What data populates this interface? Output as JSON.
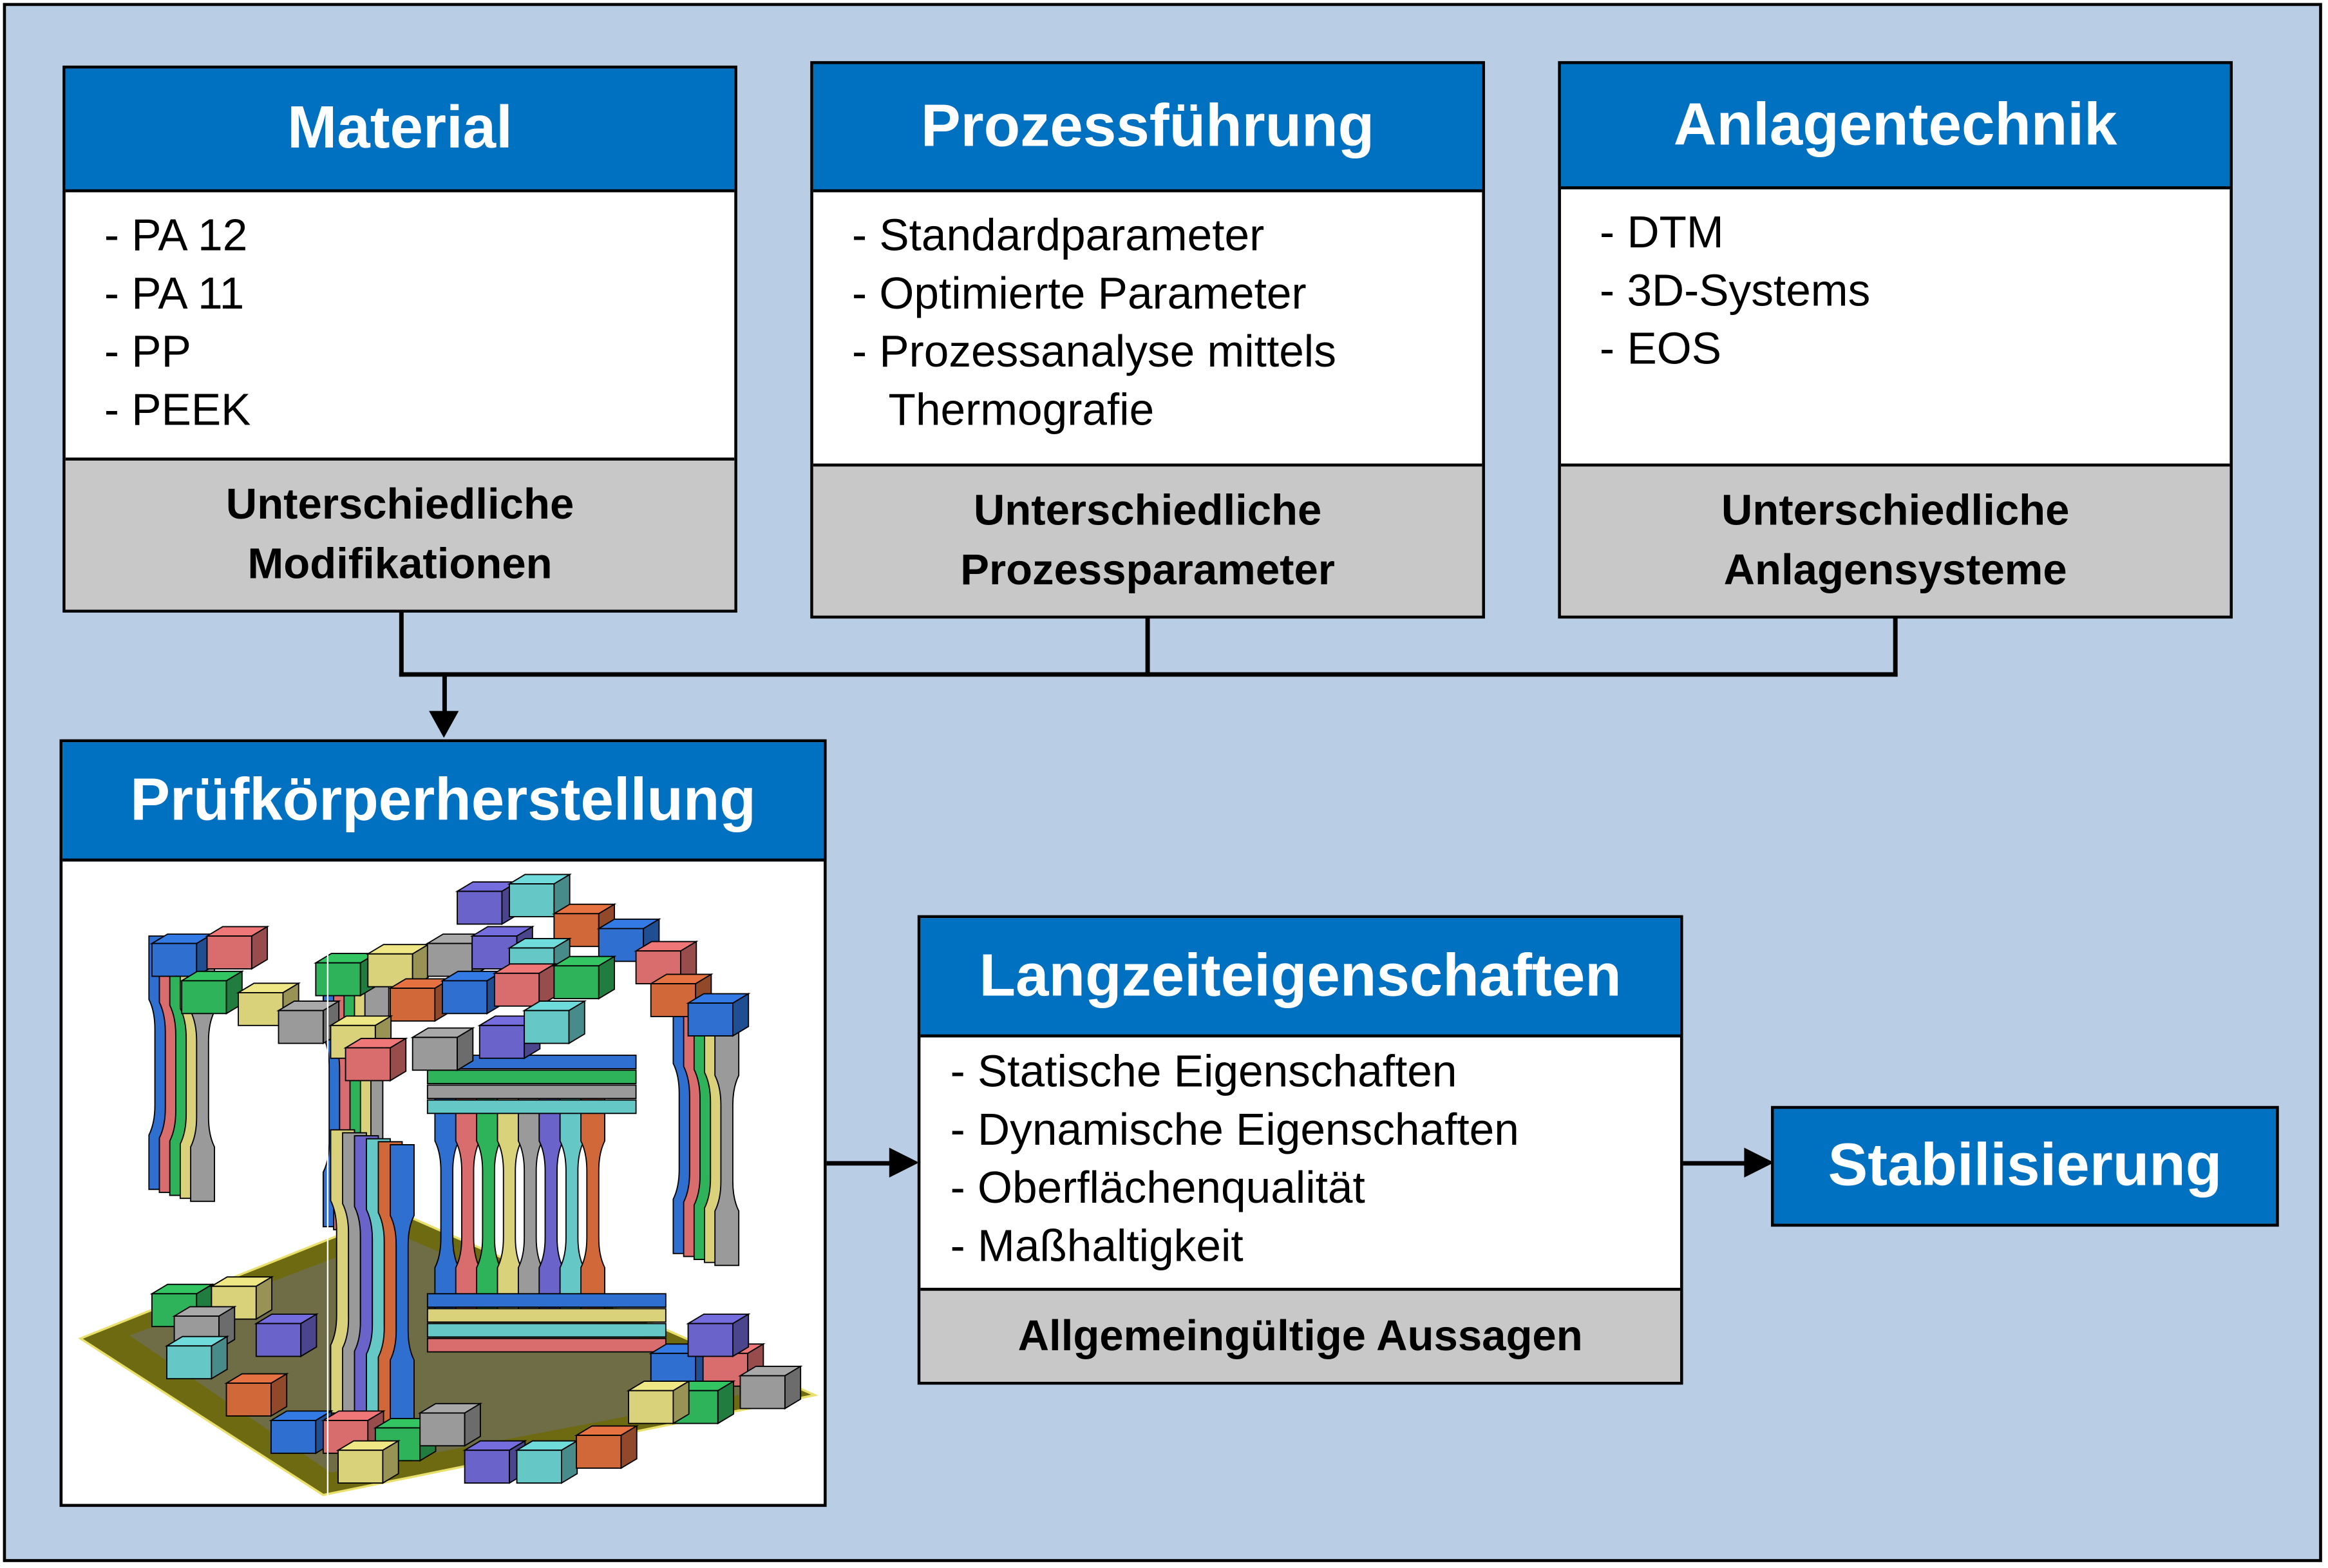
{
  "material": {
    "title": "Material",
    "items": [
      "- PA 12",
      "- PA 11",
      "- PP",
      "- PEEK"
    ],
    "footer": [
      "Unterschiedliche",
      "Modifikationen"
    ]
  },
  "prozess": {
    "title": "Prozessführung",
    "items": [
      "- Standardparameter",
      "- Optimierte Parameter",
      "- Prozessanalyse mittels",
      "   Thermografie"
    ],
    "footer": [
      "Unterschiedliche",
      "Prozessparameter"
    ]
  },
  "anlage": {
    "title": "Anlagentechnik",
    "items": [
      "- DTM",
      "- 3D-Systems",
      "- EOS"
    ],
    "footer": [
      "Unterschiedliche",
      "Anlagensysteme"
    ]
  },
  "pruef": {
    "title": "Prüfkörperherstellung"
  },
  "langzeit": {
    "title": "Langzeiteigenschaften",
    "items": [
      "- Statische Eigenschaften",
      "- Dynamische Eigenschaften",
      "- Oberflächenqualität",
      "- Maßhaltigkeit"
    ],
    "footer": "Allgemeingültige Aussagen"
  },
  "stabil": {
    "title": "Stabilisierung"
  },
  "colors": {
    "header": "#0070C0",
    "background": "#B9CDE5",
    "footer": "#C8C8C8"
  }
}
